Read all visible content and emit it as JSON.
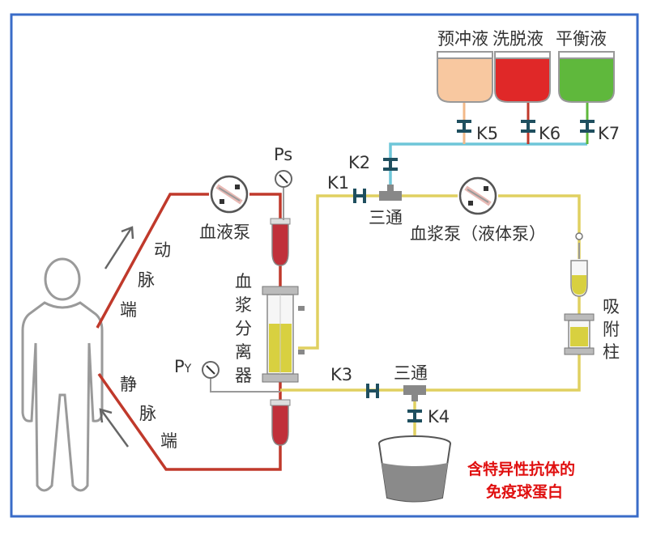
{
  "bags": [
    {
      "label": "预冲液",
      "valve": "K5",
      "color": "#f8c8a0"
    },
    {
      "label": "洗脱液",
      "valve": "K6",
      "color": "#e02828"
    },
    {
      "label": "平衡液",
      "valve": "K7",
      "color": "#5fb83c"
    }
  ],
  "valves": {
    "k1": "K1",
    "k2": "K2",
    "k3": "K3",
    "k4": "K4"
  },
  "gauges": {
    "ps": "Ps",
    "py": "P",
    "py_sub": "Y"
  },
  "pumps": {
    "blood": "血液泵",
    "plasma": "血浆泵（液体泵）"
  },
  "tees": {
    "top": "三通",
    "bottom": "三通"
  },
  "separator": [
    "血",
    "浆",
    "分",
    "离",
    "器"
  ],
  "column": [
    "吸",
    "附",
    "柱"
  ],
  "arterial": [
    "动",
    "脉",
    "端"
  ],
  "venous": [
    "静",
    "脉",
    "端"
  ],
  "note": [
    "含特异性抗体的",
    "免疫球蛋白"
  ],
  "colors": {
    "blood_line": "#c0392b",
    "plasma_line": "#e0d060",
    "rinse_line": "#6ec6d8",
    "frame": "#3a6cc8"
  }
}
